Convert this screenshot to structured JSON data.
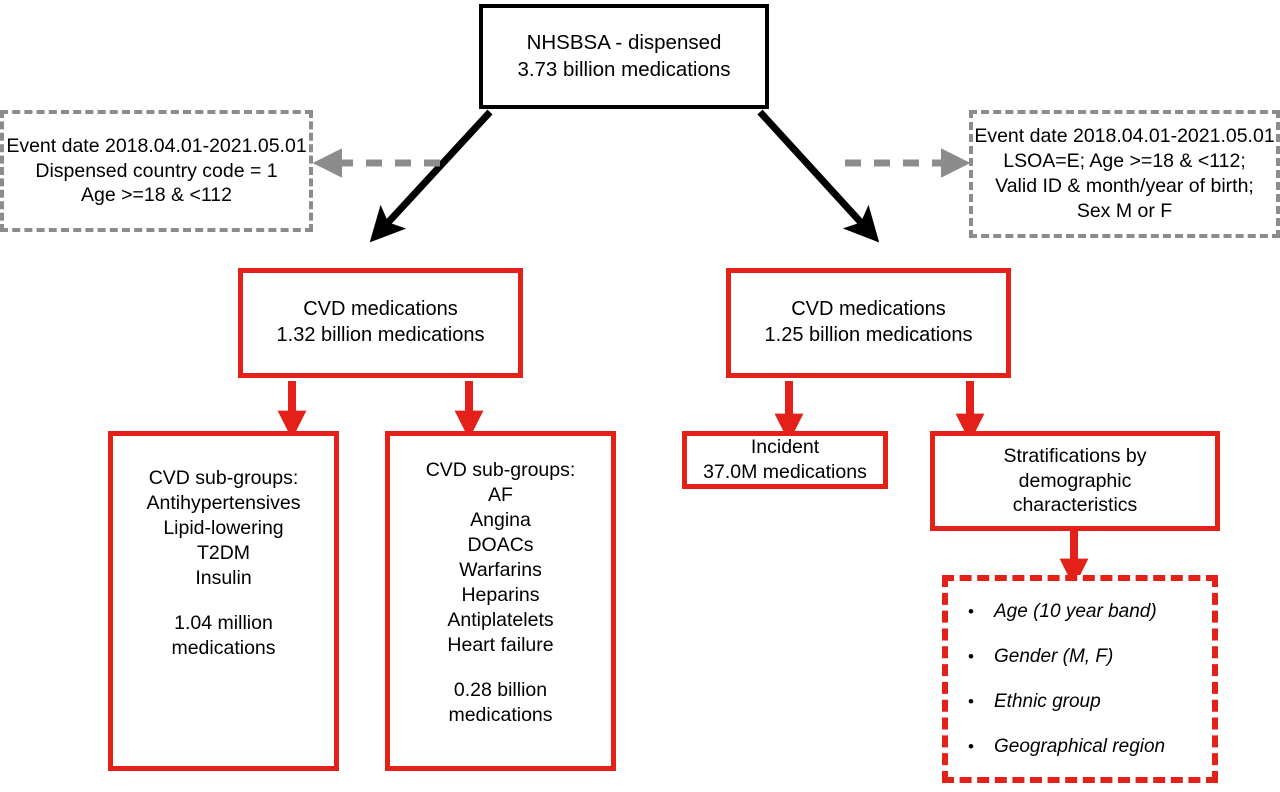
{
  "diagram": {
    "title": "NHSBSA dispensed medications CVD cohort flow diagram",
    "colors": {
      "red": "#E32119",
      "black": "#000000",
      "grey": "#8C8C8C",
      "background": "#FFFFFF"
    }
  },
  "root": {
    "line1": "NHSBSA - dispensed",
    "line2": "3.73 billion medications"
  },
  "filters": {
    "left": {
      "line1": "Event date 2018.04.01-2021.05.01",
      "line2": "Dispensed country code = 1",
      "line3": "Age >=18 & <112"
    },
    "right": {
      "line1": "Event date 2018.04.01-2021.05.01",
      "line2": "LSOA=E; Age >=18 & <112;",
      "line3": "Valid ID & month/year of birth;",
      "line4": "Sex M or F"
    }
  },
  "cvd_left": {
    "line1": "CVD medications",
    "line2": "1.32 billion medications"
  },
  "cvd_right": {
    "line1": "CVD medications",
    "line2": "1.25 billion medications"
  },
  "subgroups_left": {
    "heading": "CVD sub-groups:",
    "items": [
      "Antihypertensives",
      "Lipid-lowering",
      "T2DM",
      "Insulin"
    ],
    "total_line1": "1.04 million",
    "total_line2": "medications"
  },
  "subgroups_right": {
    "heading": "CVD sub-groups:",
    "items": [
      "AF",
      "Angina",
      "DOACs",
      "Warfarins",
      "Heparins",
      "Antiplatelets",
      "Heart failure"
    ],
    "total_line1": "0.28 billion",
    "total_line2": "medications"
  },
  "incident": {
    "line1": "Incident",
    "line2": "37.0M medications"
  },
  "stratifications": {
    "line1": "Stratifications by",
    "line2": "demographic",
    "line3": "characteristics"
  },
  "demographics": {
    "bullet": "•",
    "items": [
      "Age (10 year band)",
      "Gender (M, F)",
      "Ethnic group",
      "Geographical region"
    ]
  },
  "connectors": {
    "left_branch": "black-diagonal-arrow-down-left",
    "right_branch": "black-diagonal-arrow-down-right",
    "left_filter": "grey-dashed-arrow-left",
    "right_filter": "grey-dashed-arrow-right",
    "red_down": "red-arrow-down"
  }
}
